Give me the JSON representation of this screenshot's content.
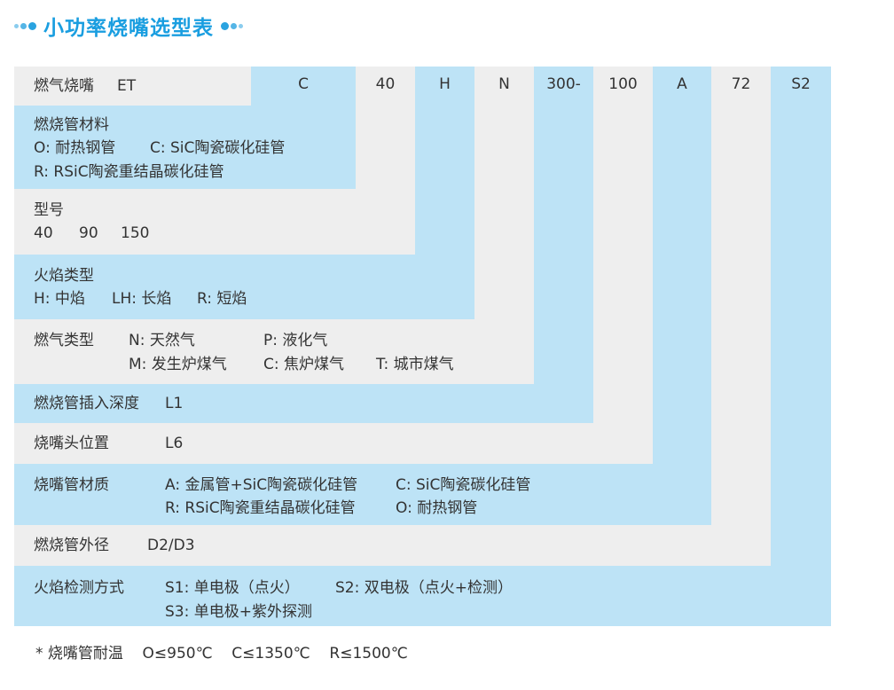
{
  "title": "小功率烧嘴选型表",
  "header": {
    "label": "燃气烧嘴",
    "prefix": "ET"
  },
  "codes": [
    "C",
    "40",
    "H",
    "N",
    "300-",
    "100",
    "A",
    "72",
    "S2"
  ],
  "rows": {
    "tube_material": {
      "title": "燃烧管材料",
      "opt1": "O: 耐热钢管",
      "opt2": "C: SiC陶瓷碳化硅管",
      "opt3": "R: RSiC陶瓷重结晶碳化硅管"
    },
    "model": {
      "title": "型号",
      "v1": "40",
      "v2": "90",
      "v3": "150"
    },
    "flame_type": {
      "title": "火焰类型",
      "opt1": "H: 中焰",
      "opt2": "LH: 长焰",
      "opt3": "R: 短焰"
    },
    "gas_type": {
      "title": "燃气类型",
      "opt1": "N: 天然气",
      "opt2": "P: 液化气",
      "opt3": "M: 发生炉煤气",
      "opt4": "C: 焦炉煤气",
      "opt5": "T: 城市煤气"
    },
    "insert_depth": {
      "title": "燃烧管插入深度",
      "value": "L1"
    },
    "nozzle_position": {
      "title": "烧嘴头位置",
      "value": "L6"
    },
    "nozzle_material": {
      "title": "烧嘴管材质",
      "opt1": "A: 金属管+SiC陶瓷碳化硅管",
      "opt2": "C: SiC陶瓷碳化硅管",
      "opt3": "R: RSiC陶瓷重结晶碳化硅管",
      "opt4": "O: 耐热钢管"
    },
    "outer_diameter": {
      "title": "燃烧管外径",
      "value": "D2/D3"
    },
    "flame_detection": {
      "title": "火焰检测方式",
      "opt1": "S1: 单电极（点火）",
      "opt2": "S2: 双电极（点火+检测）",
      "opt3": "S3: 单电极+紫外探测"
    }
  },
  "footnote": "* 烧嘴管耐温    O≤950℃    C≤1350℃    R≤1500℃",
  "colors": {
    "accent": "#1a9ee0",
    "blue_bg": "#bde3f6",
    "gray_bg": "#eeeeee"
  }
}
